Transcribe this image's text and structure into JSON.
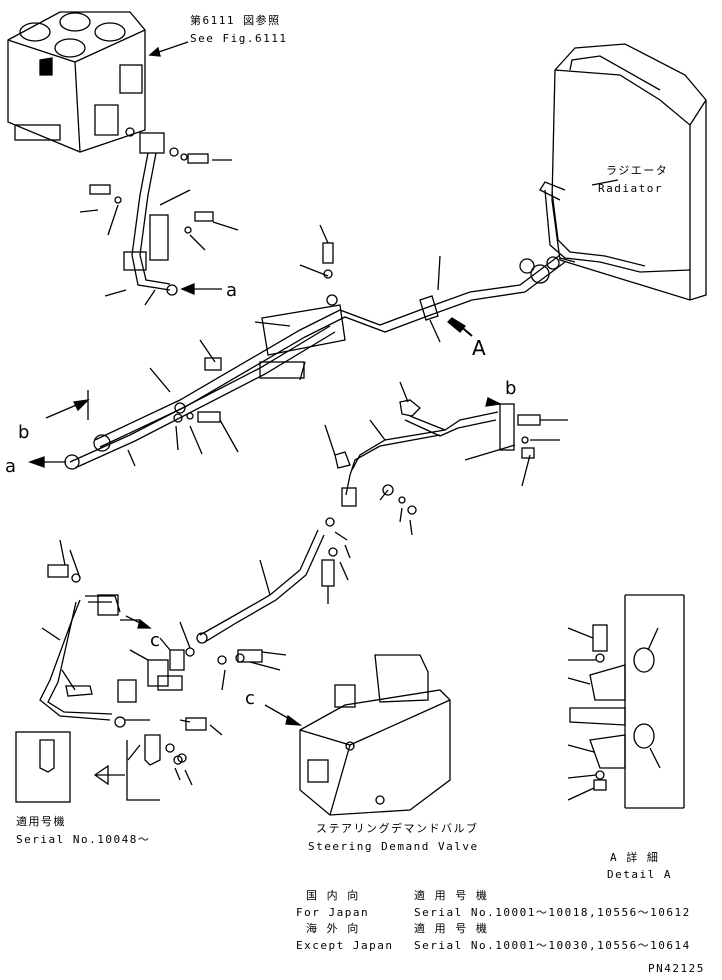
{
  "top_ref": {
    "jp": "第6111 図参照",
    "en": "See Fig.6111"
  },
  "radiator": {
    "jp": "ラジエータ",
    "en": "Radiator"
  },
  "valve": {
    "jp": "ステアリングデマンドバルブ",
    "en": "Steering Demand Valve"
  },
  "serial_inset": {
    "jp": "適用号機",
    "en": "Serial No.10048～"
  },
  "detail": {
    "jp": "A 詳 細",
    "en": "Detail A"
  },
  "letters": {
    "A": "A",
    "a_top": "a",
    "a_left": "a",
    "b_left": "b",
    "b_mid": "b",
    "c_mid": "c",
    "c_low": "c"
  },
  "applicability": {
    "r1_left": "国 内 向",
    "r1_right": "適 用 号 機",
    "r2_left": "For Japan",
    "r2_right": "Serial No.10001～10018,10556～10612",
    "r3_left": "海 外 向",
    "r3_right": "適 用 号 機",
    "r4_left": "Except Japan",
    "r4_right": "Serial No.10001～10030,10556～10614"
  },
  "part_number": "PN42125"
}
